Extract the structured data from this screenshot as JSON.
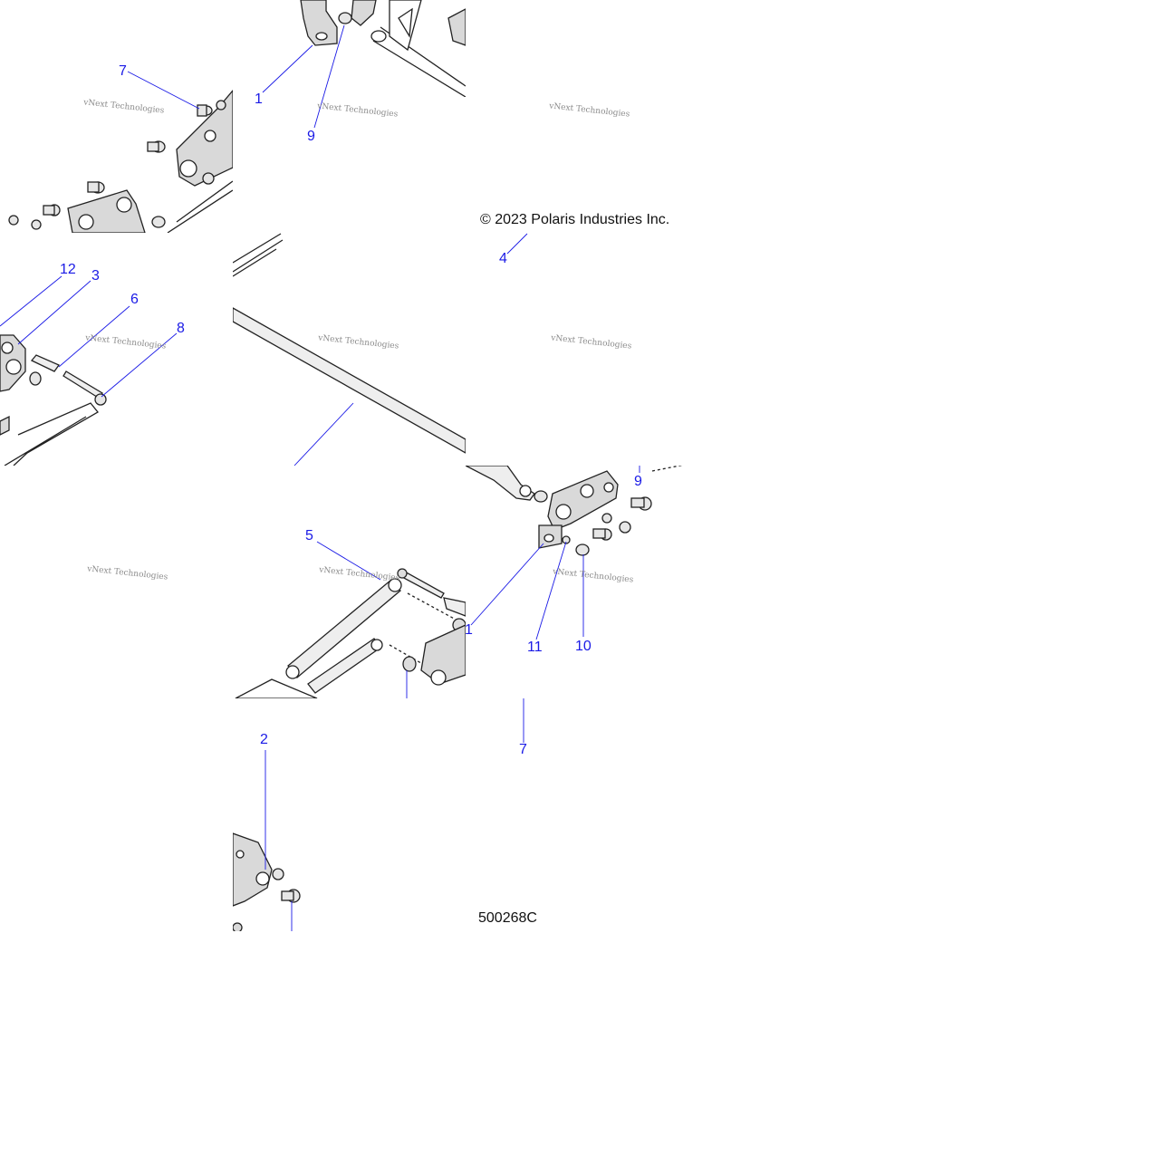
{
  "diagram": {
    "copyright": "© 2023 Polaris Industries Inc.",
    "drawing_number": "500268C",
    "watermark": "vNext Technologies",
    "callouts": [
      {
        "id": "c1",
        "label": "7"
      },
      {
        "id": "c2",
        "label": "1"
      },
      {
        "id": "c3",
        "label": "9"
      },
      {
        "id": "c4",
        "label": "4"
      },
      {
        "id": "c5",
        "label": "12"
      },
      {
        "id": "c6",
        "label": "3"
      },
      {
        "id": "c7",
        "label": "6"
      },
      {
        "id": "c8",
        "label": "8"
      },
      {
        "id": "c9",
        "label": "9"
      },
      {
        "id": "c10",
        "label": "5"
      },
      {
        "id": "c11",
        "label": "1"
      },
      {
        "id": "c12",
        "label": "11"
      },
      {
        "id": "c13",
        "label": "10"
      },
      {
        "id": "c14",
        "label": "7"
      },
      {
        "id": "c15",
        "label": "2"
      }
    ],
    "colors": {
      "callout": "#1a1ae6",
      "part_fill": "#d9d9d9",
      "part_stroke": "#222222",
      "background": "#ffffff"
    }
  }
}
